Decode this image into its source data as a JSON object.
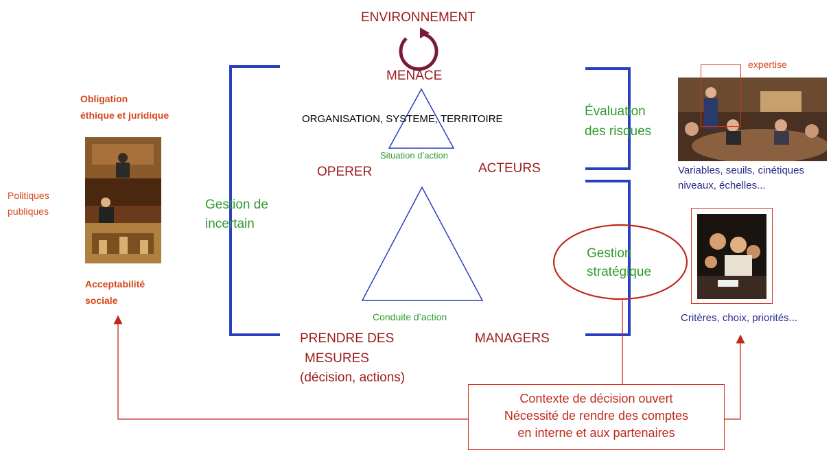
{
  "environment": "ENVIRONNEMENT",
  "menace": "MENACE",
  "organisation": "ORGANISATION, SYSTEME, TERRITOIRE",
  "situation_action": "Situation d’action",
  "operer": "OPERER",
  "acteurs": "ACTEURS",
  "gestion_incertain_1": "Gestion de",
  "gestion_incertain_2": "incertain",
  "evaluation_1": "Évaluation",
  "evaluation_2": "des risques",
  "gestion_strat_1": "Gestion",
  "gestion_strat_2": "stratégique",
  "conduite_action": "Conduite d’action",
  "prendre_1": "PRENDRE DES",
  "prendre_2": "MESURES",
  "prendre_3": "(décision, actions)",
  "managers": "MANAGERS",
  "obligation_1": "Obligation",
  "obligation_2": "éthique et juridique",
  "politiques_1": "Politiques",
  "politiques_2": "publiques",
  "acceptabilite_1": "Acceptabilité",
  "acceptabilite_2": "sociale",
  "expertise": "expertise",
  "variables_1": "Variables, seuils, cinétiques",
  "variables_2": "niveaux, échelles...",
  "criteres": "Critères, choix, priorités...",
  "contexte_1": "Contexte de décision ouvert",
  "contexte_2": "Nécessité de rendre des comptes",
  "contexte_3": "en interne et aux partenaires",
  "colors": {
    "bracket": "#2a3fbf",
    "dark_red": "#9b1a1a",
    "orange": "#d4461c",
    "green": "#2e9a2e",
    "navy": "#2a2a8c",
    "arrow": "#c0281c"
  }
}
